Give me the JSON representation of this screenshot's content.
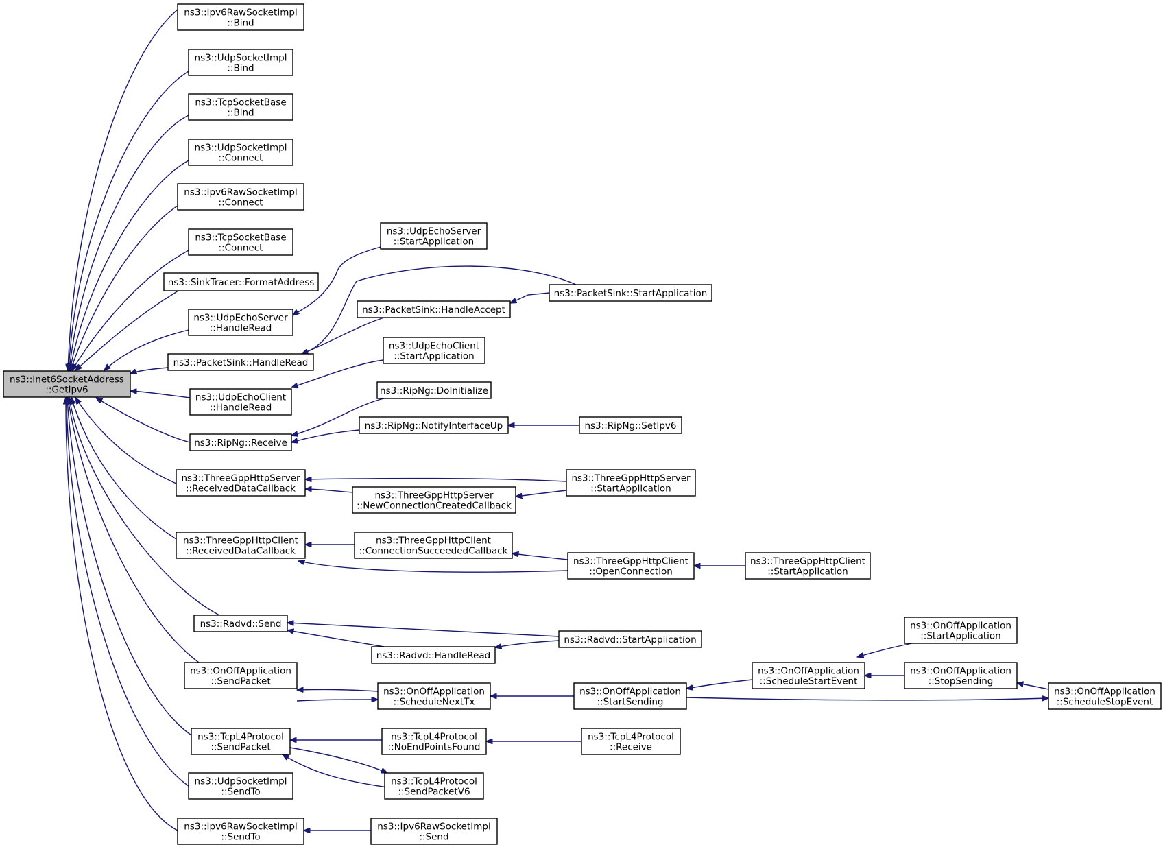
{
  "graph": {
    "root": "n0",
    "nodes": [
      {
        "id": "n0",
        "lines": [
          "ns3::Inet6SocketAddress",
          "::GetIpv6"
        ],
        "highlight": true
      },
      {
        "id": "n1",
        "lines": [
          "ns3::Ipv6RawSocketImpl",
          "::Bind"
        ]
      },
      {
        "id": "n2",
        "lines": [
          "ns3::UdpSocketImpl",
          "::Bind"
        ]
      },
      {
        "id": "n3",
        "lines": [
          "ns3::TcpSocketBase",
          "::Bind"
        ]
      },
      {
        "id": "n4",
        "lines": [
          "ns3::UdpSocketImpl",
          "::Connect"
        ]
      },
      {
        "id": "n5",
        "lines": [
          "ns3::Ipv6RawSocketImpl",
          "::Connect"
        ]
      },
      {
        "id": "n6",
        "lines": [
          "ns3::TcpSocketBase",
          "::Connect"
        ]
      },
      {
        "id": "n7",
        "lines": [
          "ns3::SinkTracer::FormatAddress"
        ]
      },
      {
        "id": "n8",
        "lines": [
          "ns3::UdpEchoServer",
          "::HandleRead"
        ]
      },
      {
        "id": "n9",
        "lines": [
          "ns3::PacketSink::HandleRead"
        ]
      },
      {
        "id": "n10",
        "lines": [
          "ns3::UdpEchoClient",
          "::HandleRead"
        ]
      },
      {
        "id": "n11",
        "lines": [
          "ns3::RipNg::Receive"
        ]
      },
      {
        "id": "n12",
        "lines": [
          "ns3::ThreeGppHttpServer",
          "::ReceivedDataCallback"
        ]
      },
      {
        "id": "n13",
        "lines": [
          "ns3::ThreeGppHttpClient",
          "::ReceivedDataCallback"
        ]
      },
      {
        "id": "n14",
        "lines": [
          "ns3::Radvd::Send"
        ]
      },
      {
        "id": "n15",
        "lines": [
          "ns3::OnOffApplication",
          "::SendPacket"
        ]
      },
      {
        "id": "n16",
        "lines": [
          "ns3::TcpL4Protocol",
          "::SendPacket"
        ]
      },
      {
        "id": "n17",
        "lines": [
          "ns3::UdpSocketImpl",
          "::SendTo"
        ]
      },
      {
        "id": "n18",
        "lines": [
          "ns3::Ipv6RawSocketImpl",
          "::SendTo"
        ]
      },
      {
        "id": "n19",
        "lines": [
          "ns3::UdpEchoServer",
          "::StartApplication"
        ]
      },
      {
        "id": "n20",
        "lines": [
          "ns3::PacketSink::HandleAccept"
        ]
      },
      {
        "id": "n21",
        "lines": [
          "ns3::PacketSink::StartApplication"
        ]
      },
      {
        "id": "n22",
        "lines": [
          "ns3::UdpEchoClient",
          "::StartApplication"
        ]
      },
      {
        "id": "n23",
        "lines": [
          "ns3::RipNg::DoInitialize"
        ]
      },
      {
        "id": "n24",
        "lines": [
          "ns3::RipNg::NotifyInterfaceUp"
        ]
      },
      {
        "id": "n25",
        "lines": [
          "ns3::RipNg::SetIpv6"
        ]
      },
      {
        "id": "n26",
        "lines": [
          "ns3::ThreeGppHttpServer",
          "::NewConnectionCreatedCallback"
        ]
      },
      {
        "id": "n27",
        "lines": [
          "ns3::ThreeGppHttpServer",
          "::StartApplication"
        ]
      },
      {
        "id": "n28",
        "lines": [
          "ns3::ThreeGppHttpClient",
          "::ConnectionSucceededCallback"
        ]
      },
      {
        "id": "n29",
        "lines": [
          "ns3::ThreeGppHttpClient",
          "::OpenConnection"
        ]
      },
      {
        "id": "n30",
        "lines": [
          "ns3::ThreeGppHttpClient",
          "::StartApplication"
        ]
      },
      {
        "id": "n31",
        "lines": [
          "ns3::Radvd::HandleRead"
        ]
      },
      {
        "id": "n32",
        "lines": [
          "ns3::Radvd::StartApplication"
        ]
      },
      {
        "id": "n33",
        "lines": [
          "ns3::OnOffApplication",
          "::ScheduleNextTx"
        ]
      },
      {
        "id": "n34",
        "lines": [
          "ns3::OnOffApplication",
          "::StartSending"
        ]
      },
      {
        "id": "n35",
        "lines": [
          "ns3::OnOffApplication",
          "::ScheduleStartEvent"
        ]
      },
      {
        "id": "n36",
        "lines": [
          "ns3::OnOffApplication",
          "::StartApplication"
        ]
      },
      {
        "id": "n37",
        "lines": [
          "ns3::OnOffApplication",
          "::StopSending"
        ]
      },
      {
        "id": "n38",
        "lines": [
          "ns3::OnOffApplication",
          "::ScheduleStopEvent"
        ]
      },
      {
        "id": "n39",
        "lines": [
          "ns3::TcpL4Protocol",
          "::NoEndPointsFound"
        ]
      },
      {
        "id": "n40",
        "lines": [
          "ns3::TcpL4Protocol",
          "::Receive"
        ]
      },
      {
        "id": "n41",
        "lines": [
          "ns3::TcpL4Protocol",
          "::SendPacketV6"
        ]
      },
      {
        "id": "n42",
        "lines": [
          "ns3::Ipv6RawSocketImpl",
          "::Send"
        ]
      }
    ],
    "edges": [
      {
        "from": "n1",
        "to": "n0"
      },
      {
        "from": "n2",
        "to": "n0"
      },
      {
        "from": "n3",
        "to": "n0"
      },
      {
        "from": "n4",
        "to": "n0"
      },
      {
        "from": "n5",
        "to": "n0"
      },
      {
        "from": "n6",
        "to": "n0"
      },
      {
        "from": "n7",
        "to": "n0"
      },
      {
        "from": "n8",
        "to": "n0"
      },
      {
        "from": "n9",
        "to": "n0"
      },
      {
        "from": "n10",
        "to": "n0"
      },
      {
        "from": "n11",
        "to": "n0"
      },
      {
        "from": "n12",
        "to": "n0"
      },
      {
        "from": "n13",
        "to": "n0"
      },
      {
        "from": "n14",
        "to": "n0"
      },
      {
        "from": "n15",
        "to": "n0"
      },
      {
        "from": "n16",
        "to": "n0"
      },
      {
        "from": "n17",
        "to": "n0"
      },
      {
        "from": "n18",
        "to": "n0"
      },
      {
        "from": "n19",
        "to": "n8"
      },
      {
        "from": "n20",
        "to": "n9"
      },
      {
        "from": "n21",
        "to": "n9"
      },
      {
        "from": "n21",
        "to": "n20"
      },
      {
        "from": "n22",
        "to": "n10"
      },
      {
        "from": "n23",
        "to": "n11"
      },
      {
        "from": "n24",
        "to": "n11"
      },
      {
        "from": "n25",
        "to": "n24"
      },
      {
        "from": "n27",
        "to": "n12"
      },
      {
        "from": "n26",
        "to": "n12"
      },
      {
        "from": "n27",
        "to": "n26"
      },
      {
        "from": "n28",
        "to": "n13"
      },
      {
        "from": "n29",
        "to": "n13"
      },
      {
        "from": "n29",
        "to": "n28"
      },
      {
        "from": "n30",
        "to": "n29"
      },
      {
        "from": "n32",
        "to": "n14"
      },
      {
        "from": "n31",
        "to": "n14"
      },
      {
        "from": "n32",
        "to": "n31"
      },
      {
        "from": "n33",
        "to": "n15"
      },
      {
        "from": "n15",
        "to": "n33"
      },
      {
        "from": "n34",
        "to": "n33"
      },
      {
        "from": "n35",
        "to": "n34"
      },
      {
        "from": "n36",
        "to": "n35"
      },
      {
        "from": "n37",
        "to": "n35"
      },
      {
        "from": "n38",
        "to": "n37"
      },
      {
        "from": "n34",
        "to": "n38"
      },
      {
        "from": "n39",
        "to": "n16"
      },
      {
        "from": "n41",
        "to": "n16"
      },
      {
        "from": "n16",
        "to": "n41"
      },
      {
        "from": "n40",
        "to": "n39"
      },
      {
        "from": "n42",
        "to": "n18"
      }
    ]
  }
}
